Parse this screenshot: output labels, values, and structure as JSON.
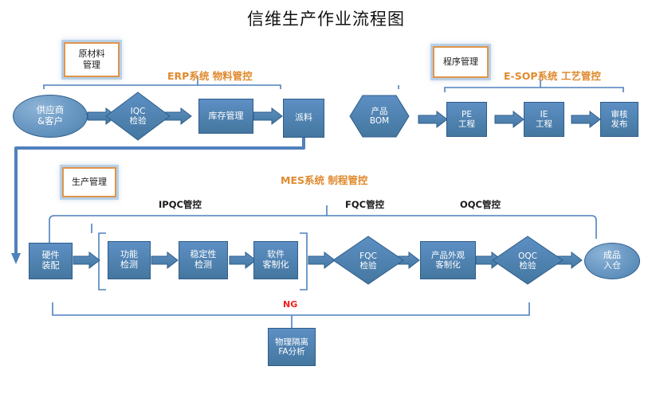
{
  "title": "信维生产作业流程图",
  "colors": {
    "node_fill": "#4d81ae",
    "node_border": "#2e5d8a",
    "tag_border": "#e0954a",
    "caption_orange": "#e08a2e",
    "caption_red": "#ef1f1f",
    "connector": "#4f81bd",
    "background": "#ffffff"
  },
  "tags": [
    {
      "id": "raw-material",
      "label": "原材料\n管理"
    },
    {
      "id": "program",
      "label": "程序管理"
    },
    {
      "id": "production",
      "label": "生产管理"
    }
  ],
  "captions": [
    {
      "id": "erp",
      "text": "ERP系统  物料管控",
      "color": "orange"
    },
    {
      "id": "esop",
      "text": "E-SOP系统  工艺管控",
      "color": "orange"
    },
    {
      "id": "mes",
      "text": "MES系统   制程管控",
      "color": "orange"
    },
    {
      "id": "ipqc",
      "text": "IPQC管控",
      "color": "dark"
    },
    {
      "id": "fqc",
      "text": "FQC管控",
      "color": "dark"
    },
    {
      "id": "oqc",
      "text": "OQC管控",
      "color": "dark"
    },
    {
      "id": "ng",
      "text": "NG",
      "color": "red"
    }
  ],
  "rows": {
    "material_row": [
      {
        "id": "supplier",
        "label": "供应商\n&客户",
        "shape": "ellipse"
      },
      {
        "id": "iqc",
        "label": "IQC\n检验",
        "shape": "diamond"
      },
      {
        "id": "inventory",
        "label": "库存管理",
        "shape": "rect"
      },
      {
        "id": "dispatch",
        "label": "派料",
        "shape": "rect"
      },
      {
        "id": "bom",
        "label": "产品\nBOM",
        "shape": "hexagon"
      }
    ],
    "process_row": [
      {
        "id": "pe",
        "label": "PE\n工程",
        "shape": "rect"
      },
      {
        "id": "ie",
        "label": "IE\n工程",
        "shape": "rect"
      },
      {
        "id": "review",
        "label": "审核\n发布",
        "shape": "rect"
      }
    ],
    "production_row": [
      {
        "id": "assembly",
        "label": "硬件\n装配",
        "shape": "rect"
      },
      {
        "id": "function",
        "label": "功能\n检测",
        "shape": "rect"
      },
      {
        "id": "stability",
        "label": "稳定性\n检测",
        "shape": "rect"
      },
      {
        "id": "software",
        "label": "软件\n客制化",
        "shape": "rect"
      },
      {
        "id": "fqc-check",
        "label": "FQC\n检验",
        "shape": "diamond"
      },
      {
        "id": "appearance",
        "label": "产品外观\n客制化",
        "shape": "rect"
      },
      {
        "id": "oqc-check",
        "label": "OQC\n检验",
        "shape": "diamond"
      },
      {
        "id": "warehouse",
        "label": "成品\n入仓",
        "shape": "ellipse"
      }
    ],
    "ng_row": [
      {
        "id": "isolation",
        "label": "物理隔离\nFA分析",
        "shape": "rect"
      }
    ]
  }
}
